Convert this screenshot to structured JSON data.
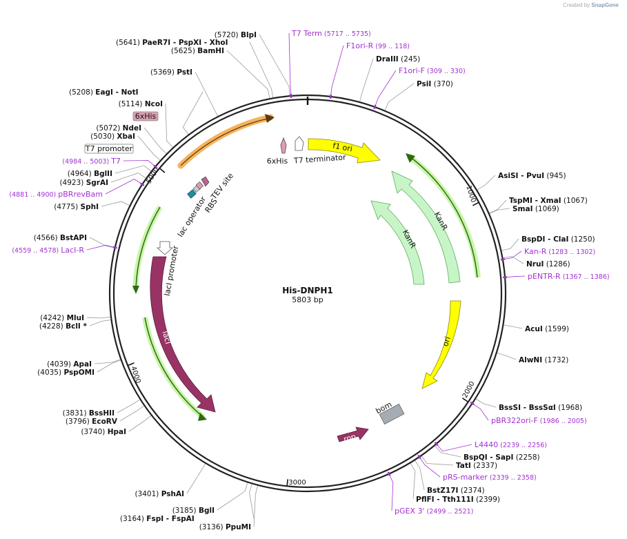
{
  "credit": {
    "prefix": "Created by",
    "brand": "SnapGene"
  },
  "plasmid": {
    "name": "His-DNPH1",
    "size_label": "5803 bp",
    "length": 5803
  },
  "ticks": [
    {
      "pos": 1000,
      "label": "1000"
    },
    {
      "pos": 2000,
      "label": "2000"
    },
    {
      "pos": 3000,
      "label": "3000"
    },
    {
      "pos": 4000,
      "label": "4000"
    },
    {
      "pos": 5000,
      "label": "5000"
    }
  ],
  "sites": [
    {
      "id": "blpi",
      "name": "BlpI",
      "pos_text": "(5720)",
      "pos": 5720
    },
    {
      "id": "paer7i",
      "name": "PaeR7I",
      "pos_text": "(5641)",
      "pos": 5641,
      "extra": [
        "- PspXI",
        "- XhoI"
      ]
    },
    {
      "id": "bamhi",
      "name": "BamHI",
      "pos_text": "(5625)",
      "pos": 5625
    },
    {
      "id": "psti",
      "name": "PstI",
      "pos_text": "(5369)",
      "pos": 5369
    },
    {
      "id": "eagi",
      "name": "EagI",
      "pos_text": "(5208)",
      "pos": 5208,
      "extra": [
        "- NotI"
      ]
    },
    {
      "id": "ncoi",
      "name": "NcoI",
      "pos_text": "(5114)",
      "pos": 5114
    },
    {
      "id": "ndei",
      "name": "NdeI",
      "pos_text": "(5072)",
      "pos": 5072
    },
    {
      "id": "xbai",
      "name": "XbaI",
      "pos_text": "(5030)",
      "pos": 5030
    },
    {
      "id": "bglii",
      "name": "BglII",
      "pos_text": "(4964)",
      "pos": 4964
    },
    {
      "id": "sgrai",
      "name": "SgrAI",
      "pos_text": "(4923)",
      "pos": 4923
    },
    {
      "id": "sphi",
      "name": "SphI",
      "pos_text": "(4775)",
      "pos": 4775
    },
    {
      "id": "bstapi",
      "name": "BstAPI",
      "pos_text": "(4566)",
      "pos": 4566
    },
    {
      "id": "mlui",
      "name": "MluI",
      "pos_text": "(4242)",
      "pos": 4242
    },
    {
      "id": "bcli",
      "name": "BclI *",
      "pos_text": "(4228)",
      "pos": 4228
    },
    {
      "id": "apai",
      "name": "ApaI",
      "pos_text": "(4039)",
      "pos": 4039
    },
    {
      "id": "pspomi",
      "name": "PspOMI",
      "pos_text": "(4035)",
      "pos": 4035
    },
    {
      "id": "bsshii",
      "name": "BssHII",
      "pos_text": "(3831)",
      "pos": 3831
    },
    {
      "id": "ecorv",
      "name": "EcoRV",
      "pos_text": "(3796)",
      "pos": 3796
    },
    {
      "id": "hpai",
      "name": "HpaI",
      "pos_text": "(3740)",
      "pos": 3740
    },
    {
      "id": "pshai",
      "name": "PshAI",
      "pos_text": "(3401)",
      "pos": 3401
    },
    {
      "id": "bgli",
      "name": "BglI",
      "pos_text": "(3185)",
      "pos": 3185
    },
    {
      "id": "fspi",
      "name": "FspI",
      "pos_text": "(3164)",
      "pos": 3164,
      "extra": [
        "- FspAI"
      ]
    },
    {
      "id": "ppumi",
      "name": "PpuMI",
      "pos_text": "(3136)",
      "pos": 3136
    },
    {
      "id": "drai",
      "name": "DraIII",
      "pos_text": "(245)",
      "pos": 245
    },
    {
      "id": "psii",
      "name": "PsiI",
      "pos_text": "(370)",
      "pos": 370
    },
    {
      "id": "asisi",
      "name": "AsiSI",
      "pos_text": "(945)",
      "pos": 945,
      "extra": [
        "- PvuI"
      ]
    },
    {
      "id": "tspmi",
      "name": "TspMI",
      "pos_text": "(1067)",
      "pos": 1067,
      "extra": [
        "- XmaI"
      ]
    },
    {
      "id": "smai",
      "name": "SmaI",
      "pos_text": "(1069)",
      "pos": 1069
    },
    {
      "id": "bspdi",
      "name": "BspDI",
      "pos_text": "(1250)",
      "pos": 1250,
      "extra": [
        "- ClaI"
      ]
    },
    {
      "id": "nrui",
      "name": "NruI",
      "pos_text": "(1286)",
      "pos": 1286
    },
    {
      "id": "acui",
      "name": "AcuI",
      "pos_text": "(1599)",
      "pos": 1599
    },
    {
      "id": "alwni",
      "name": "AlwNI",
      "pos_text": "(1732)",
      "pos": 1732
    },
    {
      "id": "bsssi",
      "name": "BssSI",
      "pos_text": "(1968)",
      "pos": 1968,
      "extra": [
        "- BssSαI"
      ]
    },
    {
      "id": "bspqi",
      "name": "BspQI",
      "pos_text": "(2258)",
      "pos": 2258,
      "extra": [
        "- SapI"
      ]
    },
    {
      "id": "tati",
      "name": "TatI",
      "pos_text": "(2337)",
      "pos": 2337
    },
    {
      "id": "bstz17i",
      "name": "BstZ17I",
      "pos_text": "(2374)",
      "pos": 2374
    },
    {
      "id": "pflfi",
      "name": "PflFI",
      "pos_text": "(2399)",
      "pos": 2399,
      "extra": [
        "- Tth111I"
      ]
    }
  ],
  "primers": [
    {
      "id": "t7term",
      "name": "T7 Term",
      "range": "(5717 .. 5735)",
      "pos": 5726
    },
    {
      "id": "f1orir",
      "name": "F1ori-R",
      "range": "(99 .. 118)",
      "pos": 108
    },
    {
      "id": "f1orif",
      "name": "F1ori-F",
      "range": "(309 .. 330)",
      "pos": 320
    },
    {
      "id": "t7",
      "name": "T7",
      "range": "(4984 .. 5003)",
      "pos": 4993
    },
    {
      "id": "pbrrevbam",
      "name": "pBRrevBam",
      "range": "(4881 .. 4900)",
      "pos": 4890
    },
    {
      "id": "lacir",
      "name": "LacI-R",
      "range": "(4559 .. 4578)",
      "pos": 4568
    },
    {
      "id": "kanr",
      "name": "Kan-R",
      "range": "(1283 .. 1302)",
      "pos": 1292
    },
    {
      "id": "pentrr",
      "name": "pENTR-R",
      "range": "(1367 .. 1386)",
      "pos": 1376
    },
    {
      "id": "pbr322orif",
      "name": "pBR322ori-F",
      "range": "(1986 .. 2005)",
      "pos": 1995
    },
    {
      "id": "l4440",
      "name": "L4440",
      "range": "(2239 .. 2256)",
      "pos": 2248
    },
    {
      "id": "prsmarker",
      "name": "pRS-marker",
      "range": "(2339 .. 2358)",
      "pos": 2348
    },
    {
      "id": "pgex3",
      "name": "pGEX 3'",
      "range": "(2499 .. 2521)",
      "pos": 2510
    }
  ],
  "features": [
    {
      "id": "f1-ori",
      "label": "f1 ori",
      "color": "#ffff00"
    },
    {
      "id": "kanr-outer",
      "label": "KanR",
      "color": "#c8f5c8"
    },
    {
      "id": "kanr-inner",
      "label": "KanR",
      "color": "#c8f5c8"
    },
    {
      "id": "ori",
      "label": "ori",
      "color": "#ffff00"
    },
    {
      "id": "laci",
      "label": "lacI",
      "color": "#993366"
    },
    {
      "id": "laci-promoter",
      "label": "lacI promoter",
      "color": "#ffffff"
    },
    {
      "id": "bom",
      "label": "bom",
      "color": "#a6acb3"
    },
    {
      "id": "rop",
      "label": "rop",
      "color": "#993366"
    },
    {
      "id": "his6",
      "label": "6xHis",
      "color": "#d9a0b0"
    },
    {
      "id": "t7-terminator",
      "label": "T7 terminator",
      "color": "#ffffff"
    },
    {
      "id": "lac-operator",
      "label": "lac operator",
      "color": "#1f8ca1"
    },
    {
      "id": "rbs",
      "label": "RBS",
      "color": "#cccccc"
    },
    {
      "id": "tev",
      "label": "TEV site",
      "color": "#b66688"
    }
  ],
  "callouts": [
    {
      "id": "his6-box",
      "label": "6xHis",
      "color": "#d9a0b0"
    },
    {
      "id": "t7promoter-box",
      "label": "T7 promoter",
      "color": "#ffffff"
    }
  ],
  "colors": {
    "primer": "#a22fd1",
    "backbone": "#222222",
    "green_arrow": "#55aa22",
    "orange_arrow": "#f5b35c"
  }
}
